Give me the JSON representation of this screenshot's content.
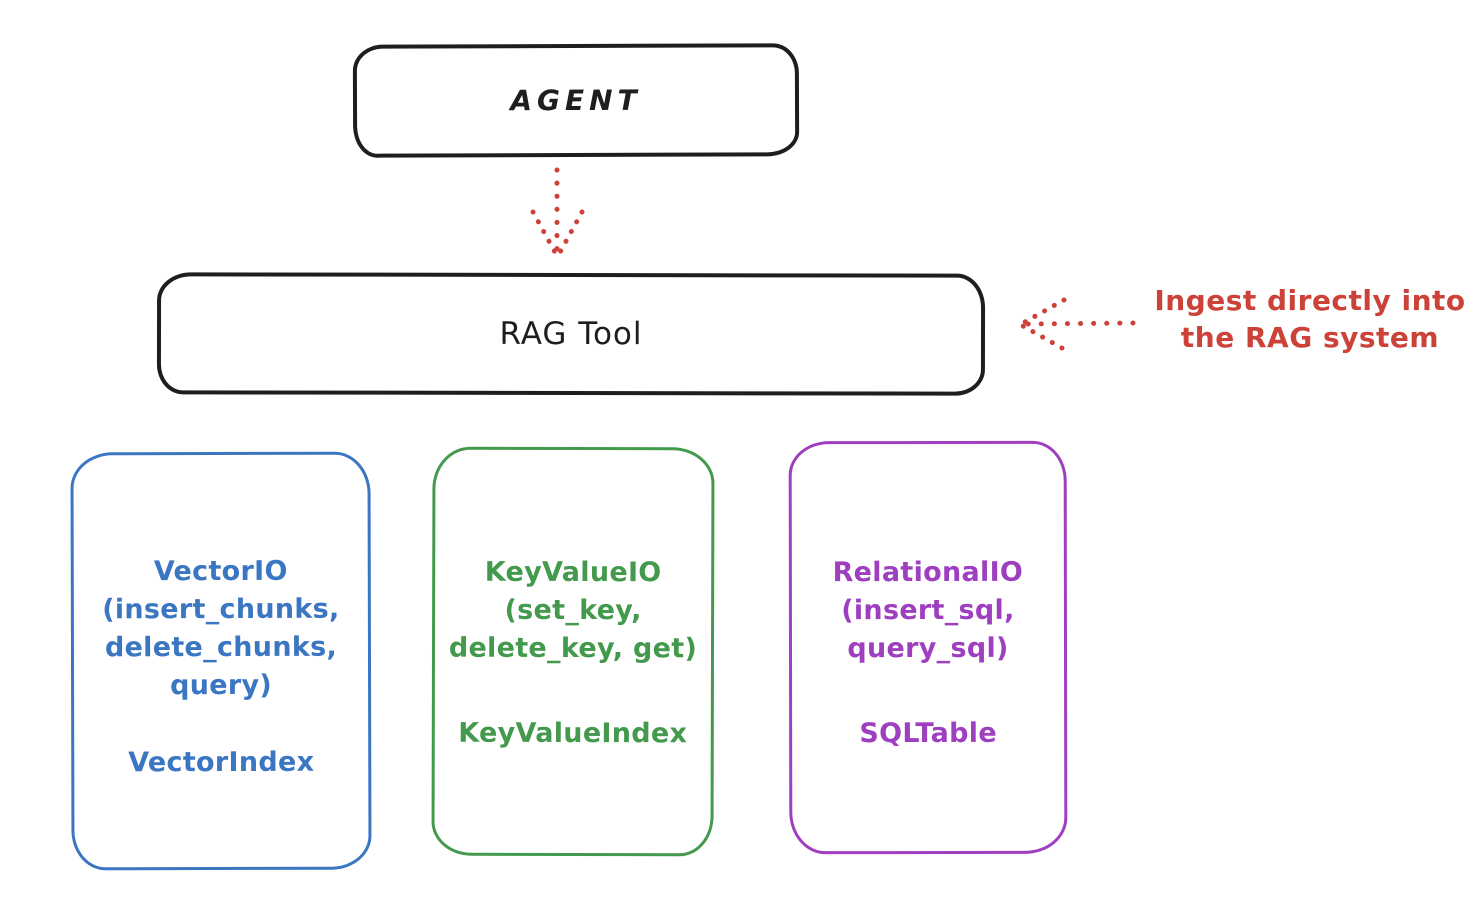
{
  "diagram": {
    "agent": {
      "label": "AGENT"
    },
    "rag_tool": {
      "label": "RAG Tool"
    },
    "annotation": {
      "line1": "Ingest directly into",
      "line2": "the RAG system"
    },
    "boxes": [
      {
        "name": "vector-io",
        "io_lines": [
          "VectorIO",
          "(insert_chunks,",
          "delete_chunks,",
          "query)"
        ],
        "index_label": "VectorIndex",
        "color": "#3b76c2"
      },
      {
        "name": "key-value-io",
        "io_lines": [
          "KeyValueIO",
          "(set_key,",
          "delete_key, get)"
        ],
        "index_label": "KeyValueIndex",
        "color": "#43994c"
      },
      {
        "name": "relational-io",
        "io_lines": [
          "RelationalIO",
          "(insert_sql,",
          "query_sql)"
        ],
        "index_label": "SQLTable",
        "color": "#9e3fc0"
      }
    ],
    "colors": {
      "stroke_black": "#1e1e1e",
      "accent_red": "#cc4238",
      "vector_blue": "#3b76c2",
      "keyvalue_green": "#43994c",
      "relational_purple": "#9e3fc0",
      "background": "#ffffff"
    }
  }
}
